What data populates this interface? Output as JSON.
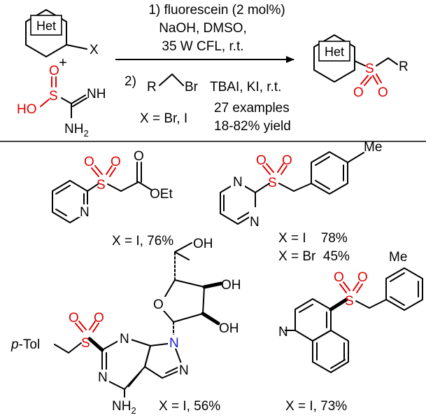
{
  "colors": {
    "ink": "#000000",
    "heteroatom_red": "#e00000",
    "blue_n": "#1a1ac8"
  },
  "reactant": {
    "aryl_box": "Het",
    "aryl_sub": "X",
    "plus": "+",
    "sulfinate_S": "S",
    "sulfinate_O": "O",
    "sulfinate_HO": "HO",
    "amidine_NH": "NH",
    "amidine_NH2": "NH",
    "amidine_sub2": "2"
  },
  "conditions": {
    "step1_line1": "1) fluorescein (2 mol%)",
    "step1_line2": "NaOH, DMSO,",
    "step1_line3": "35 W CFL, r.t.",
    "step2_num": "2)",
    "step2_R": "R",
    "step2_Br": "Br",
    "step2_reagents": "TBAI, KI, r.t.",
    "x_scope": "X = Br, I",
    "examples": "27 examples",
    "yield_range": "18-82% yield"
  },
  "product": {
    "box": "Het",
    "S": "S",
    "O_top": "O",
    "O_bot": "O",
    "R": "R"
  },
  "examples": [
    {
      "id": "pyridyl-ester",
      "N": "N",
      "S": "S",
      "O1": "O",
      "O2": "O",
      "O_carbonyl": "O",
      "OEt": "OEt",
      "yield": "X = I, 76%"
    },
    {
      "id": "pyrimidinyl-benzyl",
      "N1": "N",
      "N2": "N",
      "S": "S",
      "O1": "O",
      "O2": "O",
      "Me": "Me",
      "yield1": "X = I    78%",
      "yield2": "X = Br  45%"
    },
    {
      "id": "purine-nucleoside",
      "pTol": "p",
      "pTol2": "-Tol",
      "S": "S",
      "O1": "O",
      "O2": "O",
      "N1": "N",
      "N3": "N",
      "N7": "N",
      "N9": "N",
      "NH2": "NH",
      "NH2_sub": "2",
      "ring_O": "O",
      "OH1": "OH",
      "OH2": "OH",
      "OH3": "OH",
      "yield": "X = I, 56%"
    },
    {
      "id": "quinolinyl-benzyl",
      "N": "N",
      "S": "S",
      "O1": "O",
      "O2": "O",
      "Me": "Me",
      "yield": "X = I, 73%"
    }
  ]
}
